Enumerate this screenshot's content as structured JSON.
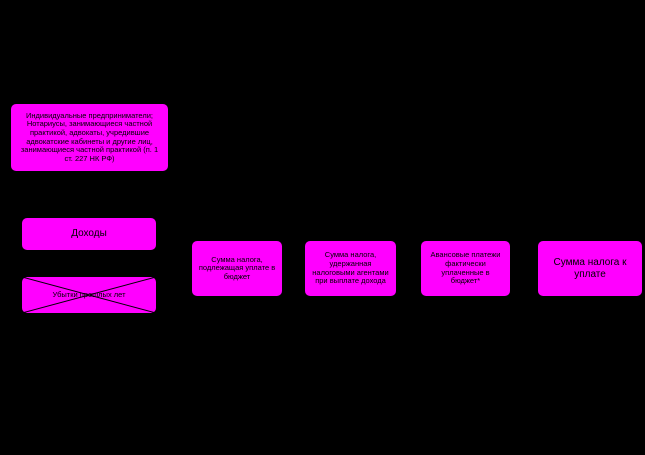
{
  "boxes": {
    "entrepreneurs": "Индивидуальные предприниматели; Нотариусы, занимающиеся частной практикой, адвокаты, учредившие адвокатские кабинеты и другие лиц, занимающиеся частной практикой (п. 1 ст. 227 НК РФ)",
    "income": "Доходы",
    "losses": "Убытки прошлых лет",
    "tax_due": "Сумма налога, подлежащая уплате в бюджет",
    "withheld": "Сумма налога, удержанная налоговыми агентами при выплате дохода",
    "advance": "Авансовые платежи фактически уплаченные в бюджет*",
    "payable": "Сумма налога к уплате"
  },
  "colors": {
    "box_fill": "#ff00ff",
    "background": "#000000"
  }
}
